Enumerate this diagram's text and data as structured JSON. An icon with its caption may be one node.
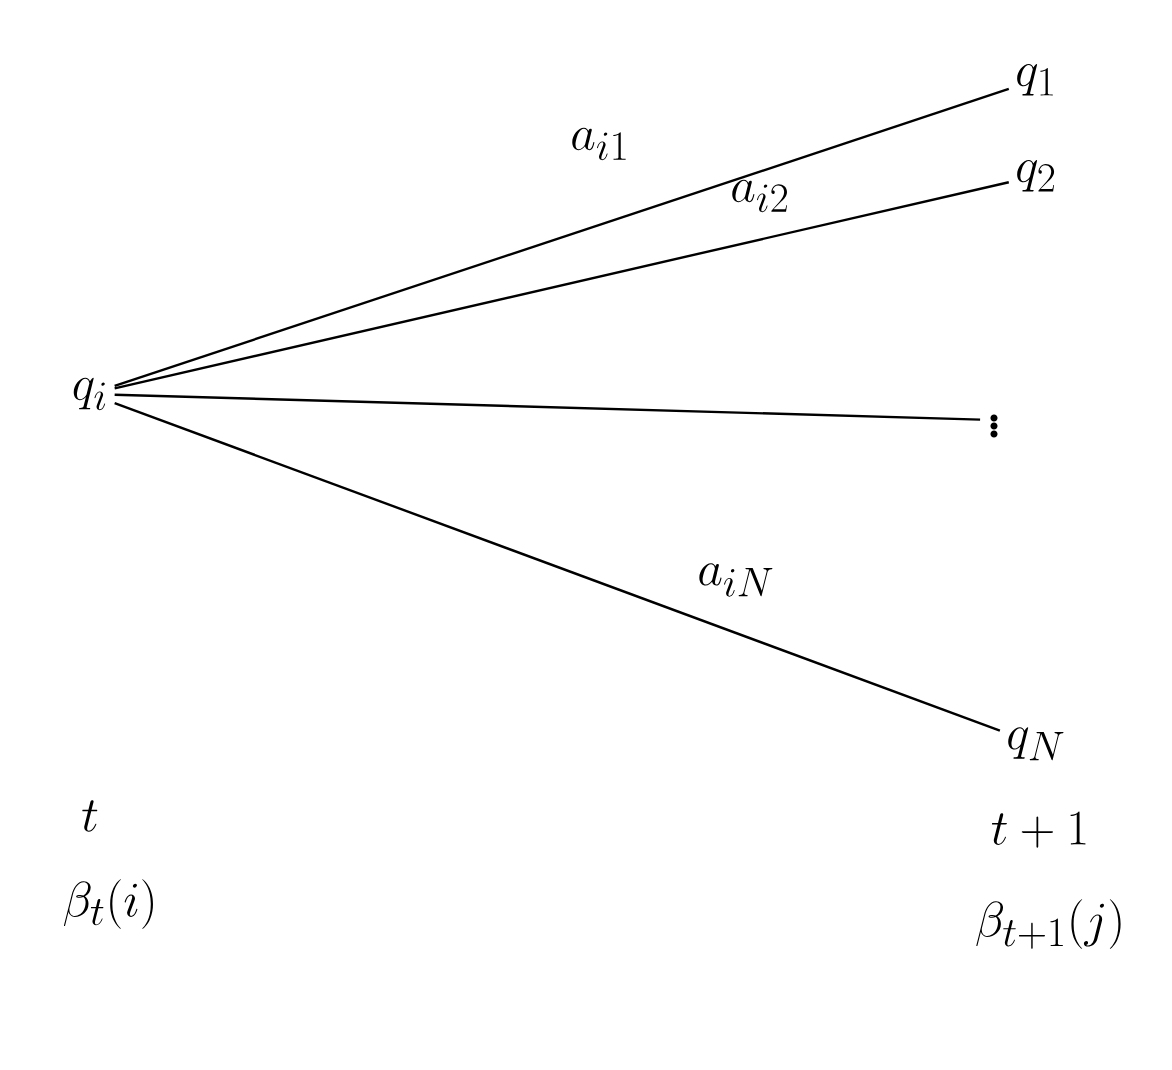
{
  "diagram": {
    "nodes": [
      {
        "text": [
          "q_i"
        ]
      },
      {
        "text": [
          "q_1"
        ]
      },
      {
        "text": [
          "q_2"
        ]
      },
      {
        "text": [
          "\\vdots"
        ]
      },
      {
        "text": [
          "q_N"
        ]
      }
    ],
    "edges": [
      {
        "from": 0,
        "to": 1,
        "arrow": "none",
        "label": "a_{i1}"
      },
      {
        "from": 0,
        "to": 2,
        "arrow": "none",
        "label": "a_{i2}"
      },
      {
        "from": 0,
        "to": 3,
        "arrow": "none"
      },
      {
        "from": 0,
        "to": 4,
        "arrow": "none",
        "label": "a_{iN}"
      }
    ],
    "labels": [
      "t",
      "\\beta_t(i)",
      "t+1",
      "\\beta_{t+1}(j)"
    ]
  }
}
